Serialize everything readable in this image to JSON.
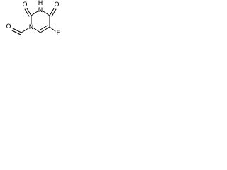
{
  "molecule": {
    "atoms": {
      "o_top_left": "O",
      "nh_top": "H",
      "nh_n": "N",
      "o_top_right": "O",
      "n1": "N",
      "f": "F",
      "o_formyl": "O"
    },
    "line_color": "#000000"
  }
}
